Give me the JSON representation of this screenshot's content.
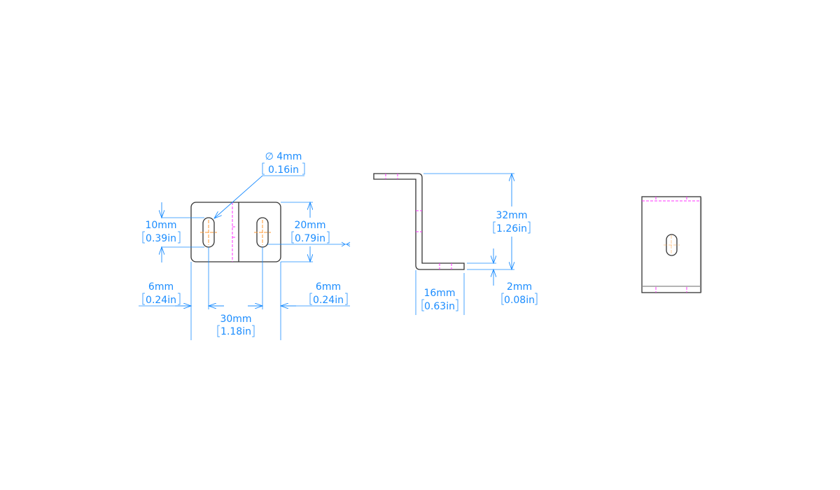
{
  "views": {
    "front": {
      "hole_diameter": {
        "symbol": "∅",
        "mm": "4mm",
        "in": "0.16in"
      },
      "slot_length": {
        "mm": "10mm",
        "in": "0.39in"
      },
      "height": {
        "mm": "20mm",
        "in": "0.79in"
      },
      "left_offset": {
        "mm": "6mm",
        "in": "0.24in"
      },
      "hole_spacing": {
        "mm": "30mm",
        "in": "1.18in"
      },
      "right_offset": {
        "mm": "6mm",
        "in": "0.24in"
      }
    },
    "side": {
      "height": {
        "mm": "32mm",
        "in": "1.26in"
      },
      "thickness": {
        "mm": "2mm",
        "in": "0.08in"
      },
      "flange": {
        "mm": "16mm",
        "in": "0.63in"
      }
    }
  },
  "colors": {
    "dimension": "#1a8cff",
    "geometry": "#333333",
    "bend_line": "#ff33ff",
    "center_mark": "#ff9933"
  }
}
